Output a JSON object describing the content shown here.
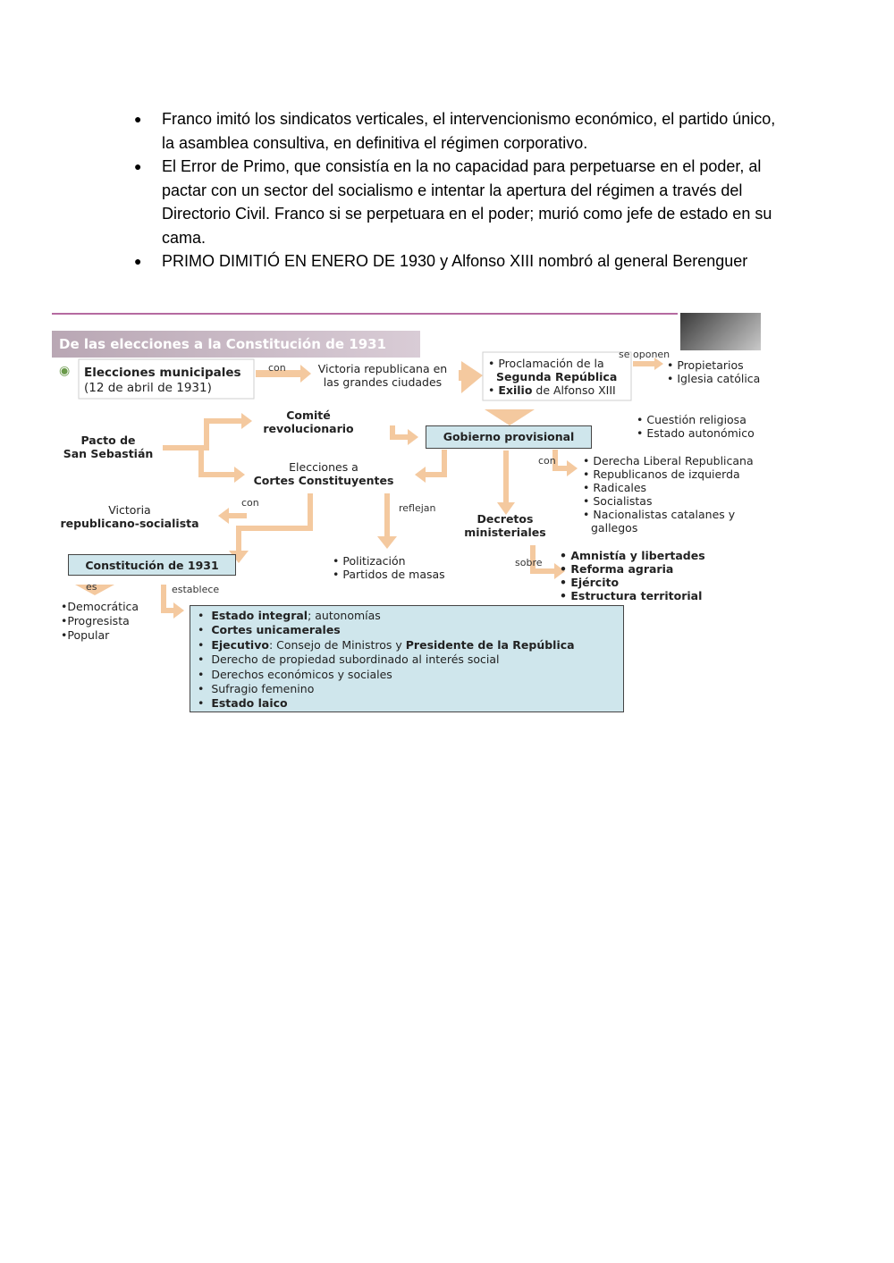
{
  "bullets": [
    "Franco imitó los sindicatos verticales, el intervencionismo económico, el partido único, la asamblea consultiva, en definitiva el régimen corporativo.",
    "El Error de Primo, que consistía en la no capacidad para perpetuarse en el poder, al pactar con un sector del socialismo e intentar la apertura del régimen a través del Directorio Civil. Franco si se perpetuara en el poder; murió como jefe de estado en su cama.",
    "PRIMO DIMITIÓ EN ENERO DE 1930 y Alfonso XIII nombró al general Berenguer"
  ],
  "bullet_glyph": "●",
  "diagram": {
    "title": "De las elecciones a la Constitución de 1931",
    "elecciones_municipales": "Elecciones municipales",
    "elecciones_fecha": "(12 de abril de 1931)",
    "con_1": "con",
    "victoria_republicana": "Victoria republicana en",
    "victoria_republicana_2": "las grandes ciudades",
    "proclamacion": "Proclamación de la",
    "segunda_republica": "Segunda República",
    "exilio_bold": "Exilio",
    "exilio_rest": " de Alfonso XIII",
    "se_oponen": "se oponen",
    "propietarios": "Propietarios",
    "iglesia": "Iglesia católica",
    "cuestion_religiosa": "Cuestión religiosa",
    "estado_autonomico": "Estado autonómico",
    "comite_1": "Comité",
    "comite_2": "revolucionario",
    "pacto_1": "Pacto de",
    "pacto_2": "San Sebastián",
    "gobierno_provisional": "Gobierno provisional",
    "con_2": "con",
    "partidos": [
      "Derecha Liberal Republicana",
      "Republicanos de izquierda",
      "Radicales",
      "Socialistas",
      "Nacionalistas catalanes y",
      "gallegos"
    ],
    "elecciones_cortes_1": "Elecciones a",
    "elecciones_cortes_2": "Cortes Constituyentes",
    "con_3": "con",
    "victoria_rs_1": "Victoria",
    "victoria_rs_2": "republicano-socialista",
    "reflejan": "reflejan",
    "decretos_1": "Decretos",
    "decretos_2": "ministeriales",
    "politizacion": "Politización",
    "partidos_masas": "Partidos de masas",
    "sobre": "sobre",
    "decretos_temas": [
      "Amnistía y libertades",
      "Reforma agraria",
      "Ejército",
      "Estructura territorial"
    ],
    "constitucion": "Constitución de 1931",
    "es": "es",
    "establece": "establece",
    "caracter": [
      "Democrática",
      "Progresista",
      "Popular"
    ],
    "est_1_bold": "Estado integral",
    "est_1_rest": "; autonomías",
    "est_2": "Cortes unicamerales",
    "est_3_bold": "Ejecutivo",
    "est_3_mid": ": Consejo de Ministros y ",
    "est_3_bold2": "Presidente de la República",
    "est_4": "Derecho de propiedad subordinado al interés social",
    "est_5": "Derechos económicos y sociales",
    "est_6": "Sufragio femenino",
    "est_7": "Estado laico"
  },
  "colors": {
    "arrow": "#f4c99f",
    "box_fill": "#cfe6ec",
    "title_band": "#b9a7b4",
    "top_rule": "#b56aa1"
  },
  "icons": [
    "photo-portrait",
    "green-dot-icon"
  ]
}
